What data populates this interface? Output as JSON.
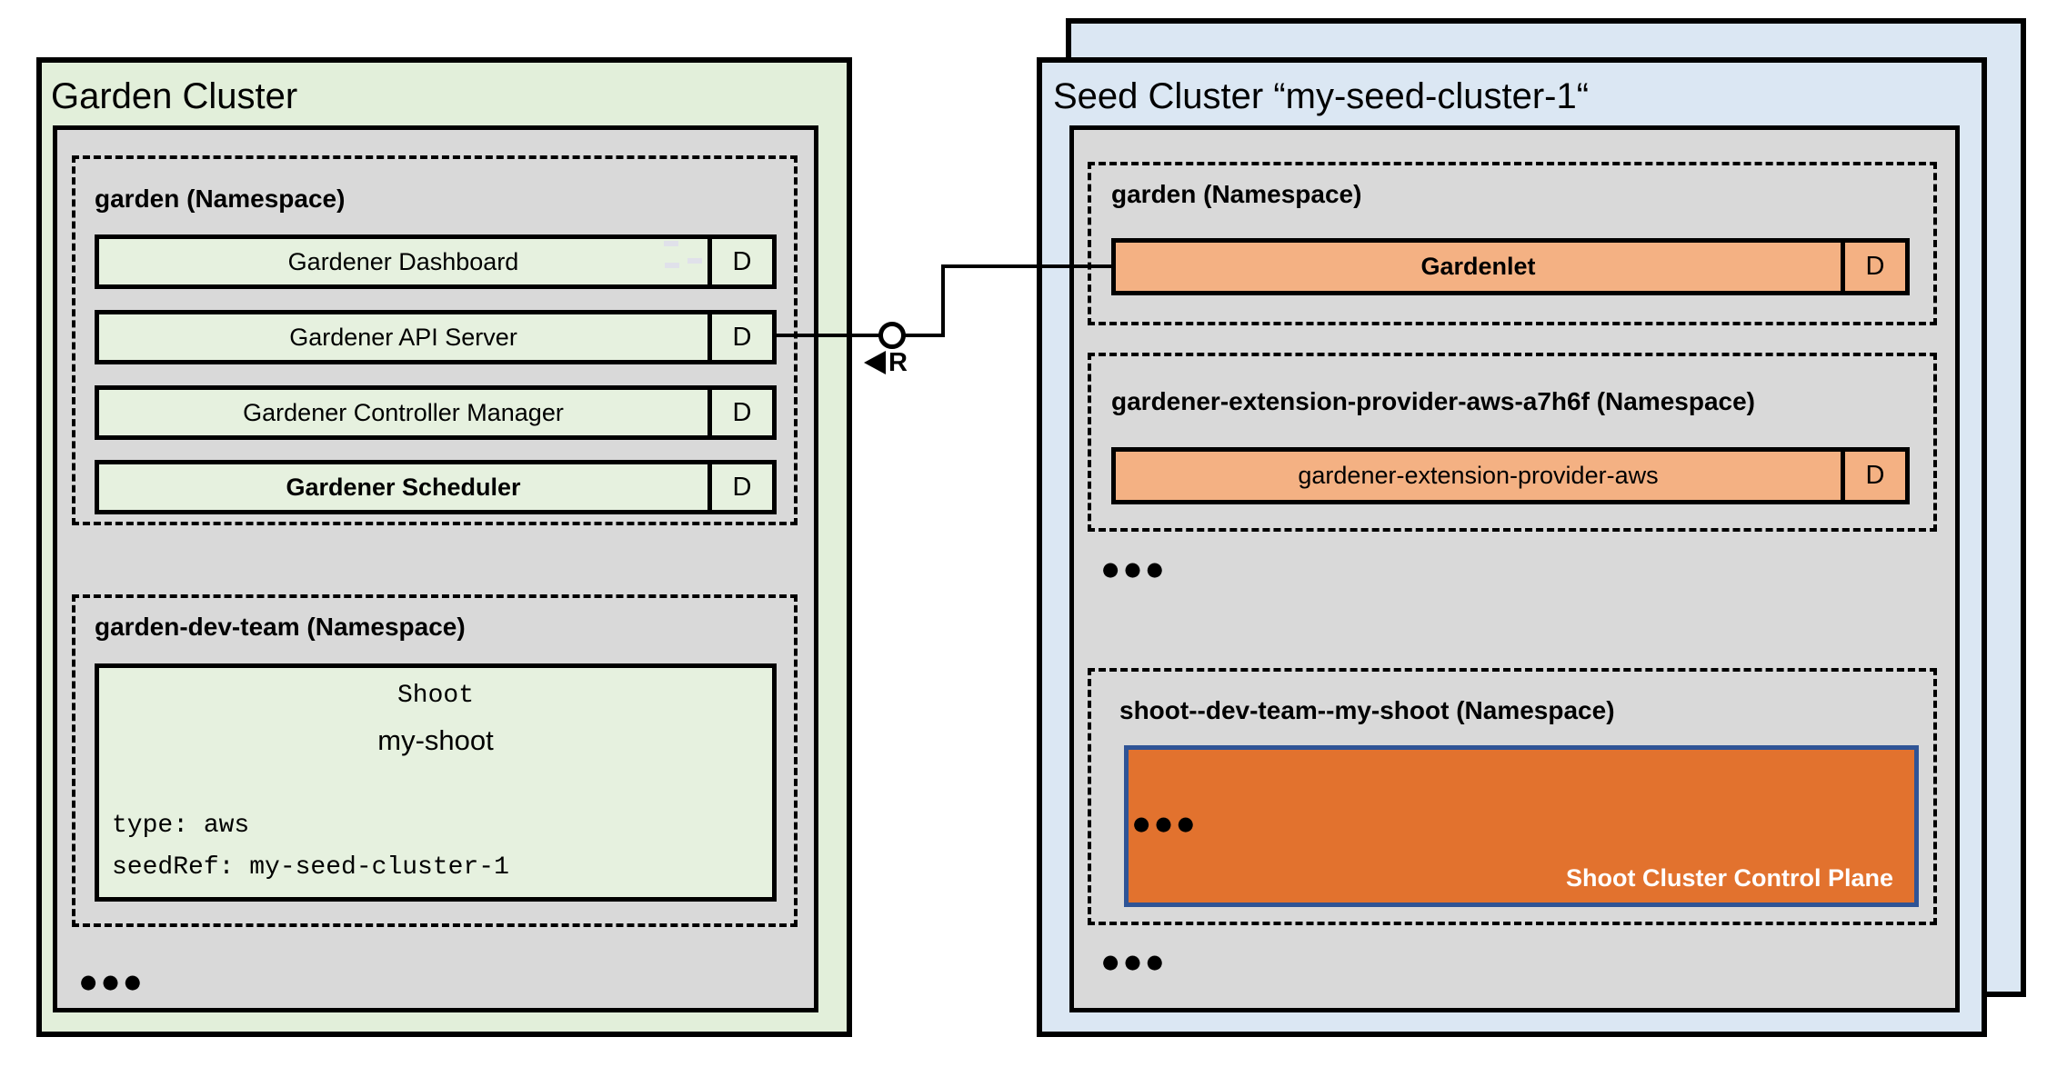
{
  "colors": {
    "garden_cluster_bg": "#e2efda",
    "component_green": "#e6f1df",
    "seed_cluster_bg": "#dbe7f3",
    "namespace_gray": "#d9d9d9",
    "component_orange": "#f4b183",
    "control_plane_orange": "#e2722e",
    "control_plane_border": "#2f5496",
    "line_black": "#000000"
  },
  "garden_cluster": {
    "title": "Garden Cluster",
    "garden_namespace": {
      "label": "garden (Namespace)",
      "components": [
        {
          "name": "Gardener Dashboard",
          "badge": "D"
        },
        {
          "name": "Gardener API Server",
          "badge": "D"
        },
        {
          "name": "Gardener Controller Manager",
          "badge": "D"
        },
        {
          "name": "Gardener Scheduler",
          "badge": "D"
        }
      ]
    },
    "dev_namespace": {
      "label": "garden-dev-team (Namespace)",
      "shoot": {
        "kind": "Shoot",
        "name": "my-shoot",
        "spec": [
          "type: aws",
          "seedRef: my-seed-cluster-1"
        ]
      }
    },
    "ellipsis": "●●●"
  },
  "connector": {
    "label": "R"
  },
  "seed_cluster": {
    "title": "Seed Cluster “my-seed-cluster-1“",
    "garden_namespace": {
      "label": "garden (Namespace)",
      "component": {
        "name": "Gardenlet",
        "badge": "D"
      }
    },
    "extension_namespace": {
      "label": "gardener-extension-provider-aws-a7h6f (Namespace)",
      "component": {
        "name": "gardener-extension-provider-aws",
        "badge": "D"
      }
    },
    "ellipsis_mid": "●●●",
    "shoot_namespace": {
      "label": "shoot--dev-team--my-shoot (Namespace)",
      "control_plane": {
        "ellipsis": "●●●",
        "label": "Shoot Cluster Control Plane"
      }
    },
    "ellipsis_bottom": "●●●"
  }
}
